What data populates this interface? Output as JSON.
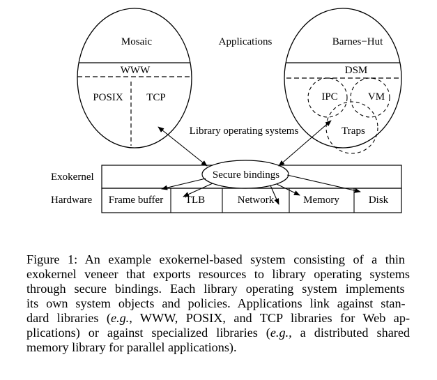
{
  "diagram": {
    "left_app": {
      "name": "Mosaic",
      "libraries": [
        "WWW",
        "POSIX",
        "TCP"
      ]
    },
    "center_label": "Applications",
    "right_app": {
      "name": "Barnes−Hut",
      "libraries": [
        "DSM",
        "IPC",
        "VM",
        "Traps"
      ]
    },
    "libos_label": "Library operating systems",
    "exokernel_label": "Exokernel",
    "hardware_label": "Hardware",
    "secure_bindings": "Secure bindings",
    "hardware_resources": [
      "Frame buffer",
      "TLB",
      "Network",
      "Memory",
      "Disk"
    ]
  },
  "caption": {
    "lines": [
      [
        "Figure 1:  An example exokernel-based system consisting of a thin"
      ],
      [
        "exokernel veneer that exports resources to library operating systems"
      ],
      [
        "through secure bindings.  Each library operating system implements"
      ],
      [
        "its own system objects and policies.  Applications link against stan-"
      ],
      [
        "dard libraries (",
        {
          "em": "e.g.,"
        },
        " WWW, POSIX, and TCP libraries for Web ap-"
      ],
      [
        "plications) or against specialized libraries (",
        {
          "em": "e.g.,"
        },
        " a distributed shared"
      ],
      [
        "memory library for parallel applications)."
      ]
    ]
  }
}
